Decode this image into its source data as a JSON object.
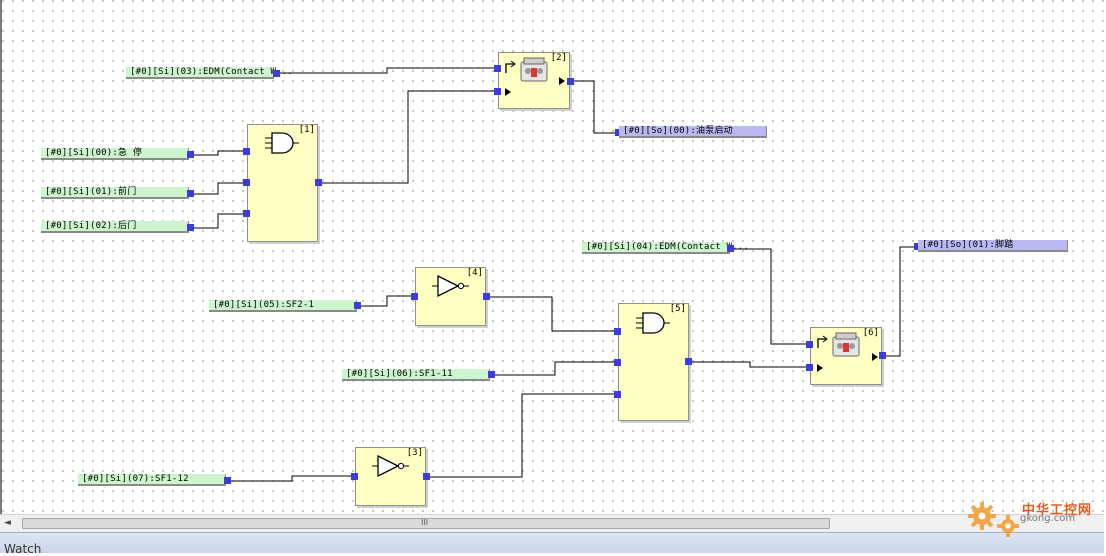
{
  "canvas": {
    "accent_port": "#3b3bde",
    "block_fill": "#ffffc4",
    "input_fill": "#cdf5cd",
    "output_fill": "#b9b9f2"
  },
  "inputs": [
    {
      "id": "in-edm3",
      "label": "[#0][Si](03):EDM(Contact W..."
    },
    {
      "id": "in-estop",
      "label": "[#0][Si](00):急 停"
    },
    {
      "id": "in-front",
      "label": "[#0][Si](01):前门"
    },
    {
      "id": "in-rear",
      "label": "[#0][Si](02):后门"
    },
    {
      "id": "in-edm4",
      "label": "[#0][Si](04):EDM(Contact W..."
    },
    {
      "id": "in-sf21",
      "label": "[#0][Si](05):SF2-1"
    },
    {
      "id": "in-sf111",
      "label": "[#0][Si](06):SF1-11"
    },
    {
      "id": "in-sf112",
      "label": "[#0][Si](07):SF1-12"
    }
  ],
  "outputs": [
    {
      "id": "out-pump",
      "label": "[#0][So](00):油泵启动"
    },
    {
      "id": "out-pedal",
      "label": "[#0][So](01):脚踏"
    }
  ],
  "blocks": [
    {
      "id": "b1",
      "num": "[1]",
      "kind": "and-gate"
    },
    {
      "id": "b2",
      "num": "[2]",
      "kind": "contactor"
    },
    {
      "id": "b3",
      "num": "[3]",
      "kind": "not-gate"
    },
    {
      "id": "b4",
      "num": "[4]",
      "kind": "not-gate"
    },
    {
      "id": "b5",
      "num": "[5]",
      "kind": "and-gate"
    },
    {
      "id": "b6",
      "num": "[6]",
      "kind": "contactor"
    }
  ],
  "scrollbar": {
    "grip": "III",
    "left_arrow": "◄"
  },
  "watch": {
    "label": "Watch"
  },
  "watermark": {
    "cn": "中华工控网",
    "en": "gkong.com"
  }
}
